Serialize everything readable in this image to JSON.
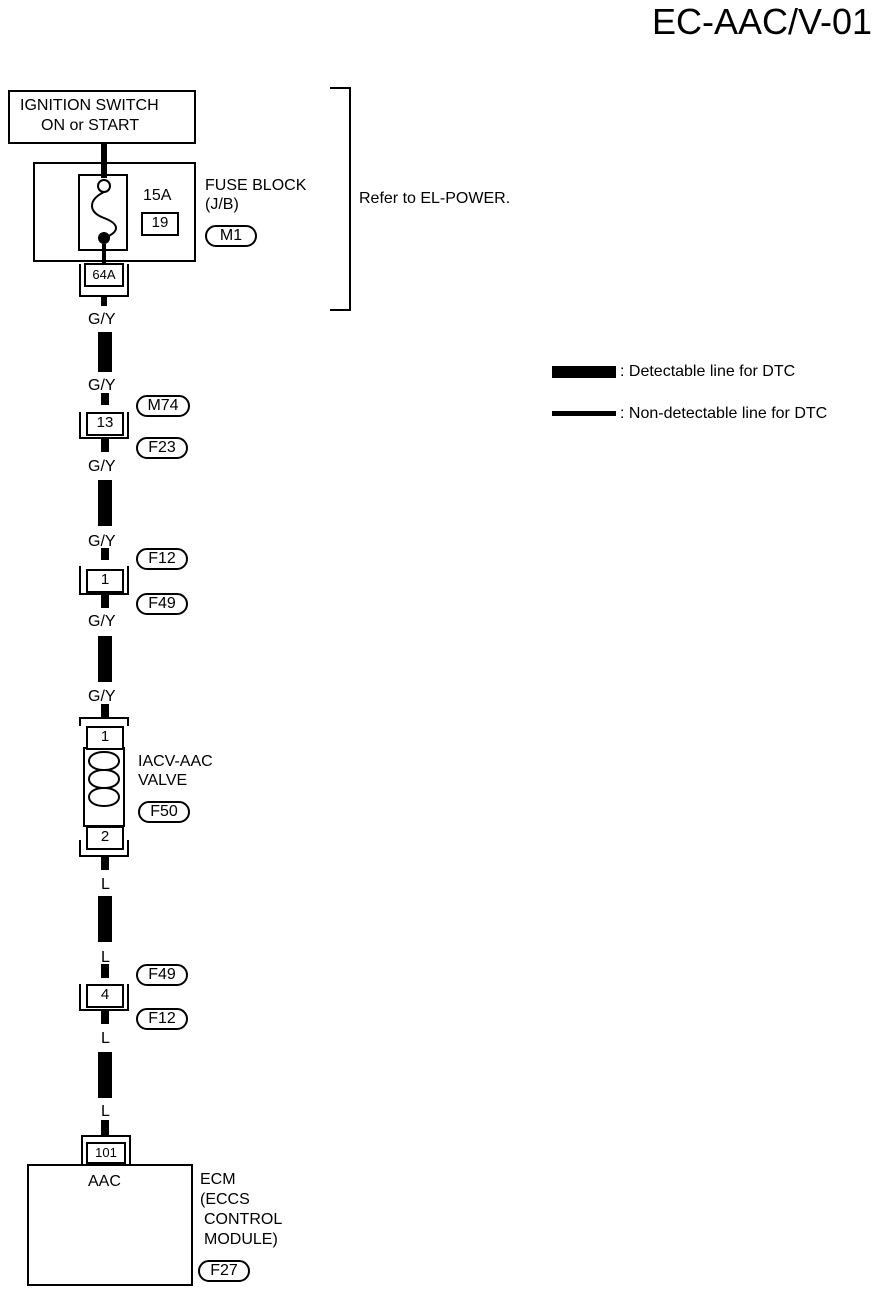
{
  "page_code": "EC-AAC/V-01",
  "ignition_switch": {
    "line1": "IGNITION SWITCH",
    "line2": "ON or START"
  },
  "fuse_block": {
    "amperage": "15A",
    "fuse_number": "19",
    "name_line1": "FUSE BLOCK",
    "name_line2": "(J/B)",
    "connector": "M1",
    "terminal": "64A"
  },
  "refer_text": "Refer to EL-POWER.",
  "legend": {
    "detectable": ": Detectable line for DTC",
    "non_detectable": ": Non-detectable line for DTC"
  },
  "wire_colors": {
    "gy": "G/Y",
    "l": "L"
  },
  "connectors": {
    "c13": {
      "pin": "13",
      "top": "M74",
      "bottom": "F23"
    },
    "c1": {
      "pin": "1",
      "top": "F12",
      "bottom": "F49"
    },
    "c4": {
      "pin": "4",
      "top": "F49",
      "bottom": "F12"
    }
  },
  "iacv_valve": {
    "pin_top": "1",
    "pin_bottom": "2",
    "name_line1": "IACV-AAC",
    "name_line2": "VALVE",
    "connector": "F50"
  },
  "ecm": {
    "terminal": "101",
    "terminal_label": "AAC",
    "name_lines": [
      "ECM",
      "(ECCS",
      "CONTROL",
      "MODULE)"
    ],
    "connector": "F27"
  }
}
